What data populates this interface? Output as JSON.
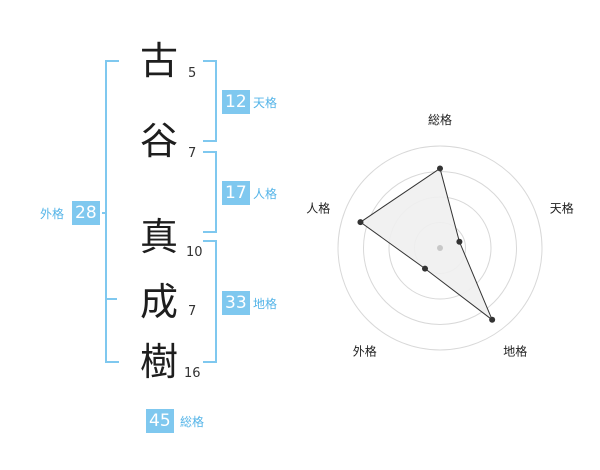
{
  "name": {
    "characters": [
      {
        "char": "古",
        "strokes": "5"
      },
      {
        "char": "谷",
        "strokes": "7"
      },
      {
        "char": "真",
        "strokes": "10"
      },
      {
        "char": "成",
        "strokes": "7"
      },
      {
        "char": "樹",
        "strokes": "16"
      }
    ]
  },
  "fortune": {
    "tenkaku": {
      "value": "12",
      "label": "天格"
    },
    "jinkaku": {
      "value": "17",
      "label": "人格"
    },
    "chikaku": {
      "value": "33",
      "label": "地格"
    },
    "gaikaku": {
      "value": "28",
      "label": "外格"
    },
    "soukaku": {
      "value": "45",
      "label": "総格"
    }
  },
  "colors": {
    "accent": "#7fc8ef",
    "label": "#54b4e8",
    "radar_fill": "#f0f0f0"
  },
  "chart_data": {
    "type": "radar",
    "axes": [
      "総格",
      "天格",
      "地格",
      "外格",
      "人格"
    ],
    "values": [
      0.78,
      0.2,
      0.87,
      0.25,
      0.82
    ],
    "range": [
      0,
      1
    ],
    "rings": 4
  }
}
